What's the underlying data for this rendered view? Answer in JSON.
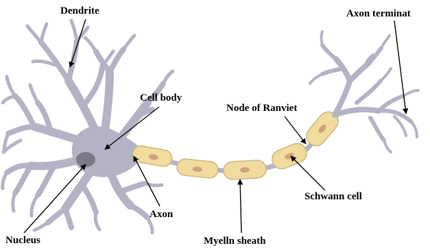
{
  "colors": {
    "neuron_fill": "#b3b3c5",
    "neuron_stroke": "#9a9aae",
    "nucleus_fill": "#7a7a86",
    "schwann_fill": "#f1dc9e",
    "schwann_stroke": "#c9b57a",
    "schwann_nucleus": "#cfa27e",
    "leader_line": "#000000"
  },
  "labels": {
    "dendrite": "Dendrite",
    "axon_terminal": "Axon terminat",
    "cell_body": "Cell body",
    "node_of_ranvier": "Node of Ranviet",
    "schwann_cell": "Schwann cell",
    "axon": "Axon",
    "nucleus": "Nucleus",
    "myelin_sheath": "Myelln sheath"
  }
}
